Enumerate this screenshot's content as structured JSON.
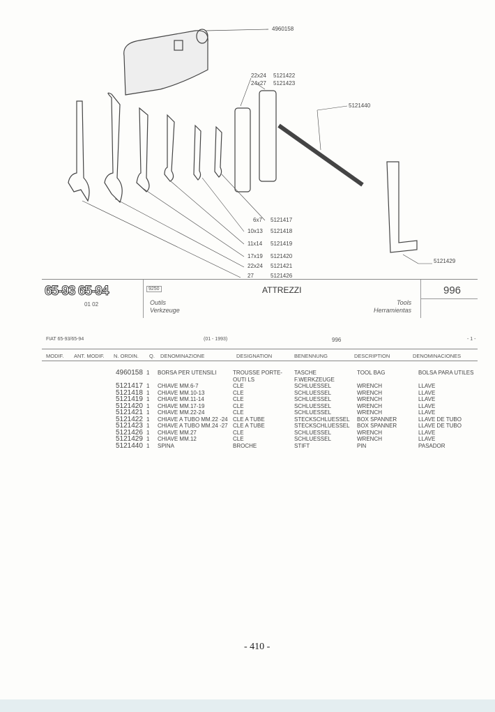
{
  "drawing": {
    "callouts": [
      {
        "size": "",
        "code": "4960158"
      },
      {
        "size": "22x24",
        "code": "5121422"
      },
      {
        "size": "24x27",
        "code": "5121423"
      },
      {
        "size": "",
        "code": "5121440"
      },
      {
        "size": "6x7",
        "code": "5121417"
      },
      {
        "size": "10x13",
        "code": "5121418"
      },
      {
        "size": "11x14",
        "code": "5121419"
      },
      {
        "size": "17x19",
        "code": "5121420"
      },
      {
        "size": "22x24",
        "code": "5121421"
      },
      {
        "size": "27",
        "code": "5121426"
      },
      {
        "size": "",
        "code": "5121429"
      }
    ]
  },
  "header": {
    "models": "65-93  65-94",
    "date": "01 02",
    "group_code": "9250",
    "title": "ATTREZZI",
    "fr": "Outils",
    "de": "Verkzeuge",
    "en": "Tools",
    "es": "Herramientas",
    "number": "996"
  },
  "subheader": {
    "model": "FIAT 65-93/65-94",
    "period": "(01 - 1993)",
    "group": "996",
    "page": "- 1 -"
  },
  "columns": [
    "MODIF.",
    "ANT. MODIF.",
    "N. ORDIN.",
    "Q.",
    "DENOMINAZIONE",
    "DESIGNATION",
    "BENENNUNG",
    "DESCRIPTION",
    "DENOMINACIONES"
  ],
  "rows": [
    [
      "4960158",
      "1",
      "BORSA PER UTENSILI",
      "TROUSSE PORTE-OUTI LS",
      "TASCHE F.WERKZEUGE",
      "TOOL BAG",
      "BOLSA PARA UTILES"
    ],
    [
      "5121417",
      "1",
      "CHIAVE MM.6-7",
      "CLE",
      "SCHLUESSEL",
      "WRENCH",
      "LLAVE"
    ],
    [
      "5121418",
      "1",
      "CHIAVE MM.10-13",
      "CLE",
      "SCHLUESSEL",
      "WRENCH",
      "LLAVE"
    ],
    [
      "5121419",
      "1",
      "CHIAVE MM.11-14",
      "CLE",
      "SCHLUESSEL",
      "WRENCH",
      "LLAVE"
    ],
    [
      "5121420",
      "1",
      "CHIAVE MM.17-19",
      "CLE",
      "SCHLUESSEL",
      "WRENCH",
      "LLAVE"
    ],
    [
      "5121421",
      "1",
      "CHIAVE MM.22-24",
      "CLE",
      "SCHLUESSEL",
      "WRENCH",
      "LLAVE"
    ],
    [
      "5121422",
      "1",
      "CHIAVE A TUBO MM.22 -24",
      "CLE A TUBE",
      "STECKSCHLUESSEL",
      "BOX SPANNER",
      "LLAVE DE TUBO"
    ],
    [
      "5121423",
      "1",
      "CHIAVE A TUBO MM.24 -27",
      "CLE A TUBE",
      "STECKSCHLUESSEL",
      "BOX SPANNER",
      "LLAVE DE TUBO"
    ],
    [
      "5121426",
      "1",
      "CHIAVE MM.27",
      "CLE",
      "SCHLUESSEL",
      "WRENCH",
      "LLAVE"
    ],
    [
      "5121429",
      "1",
      "CHIAVE MM.12",
      "CLE",
      "SCHLUESSEL",
      "WRENCH",
      "LLAVE"
    ],
    [
      "5121440",
      "1",
      "SPINA",
      "BROCHE",
      "STIFT",
      "PIN",
      "PASADOR"
    ]
  ],
  "footer": {
    "page_number": "- 410 -"
  }
}
